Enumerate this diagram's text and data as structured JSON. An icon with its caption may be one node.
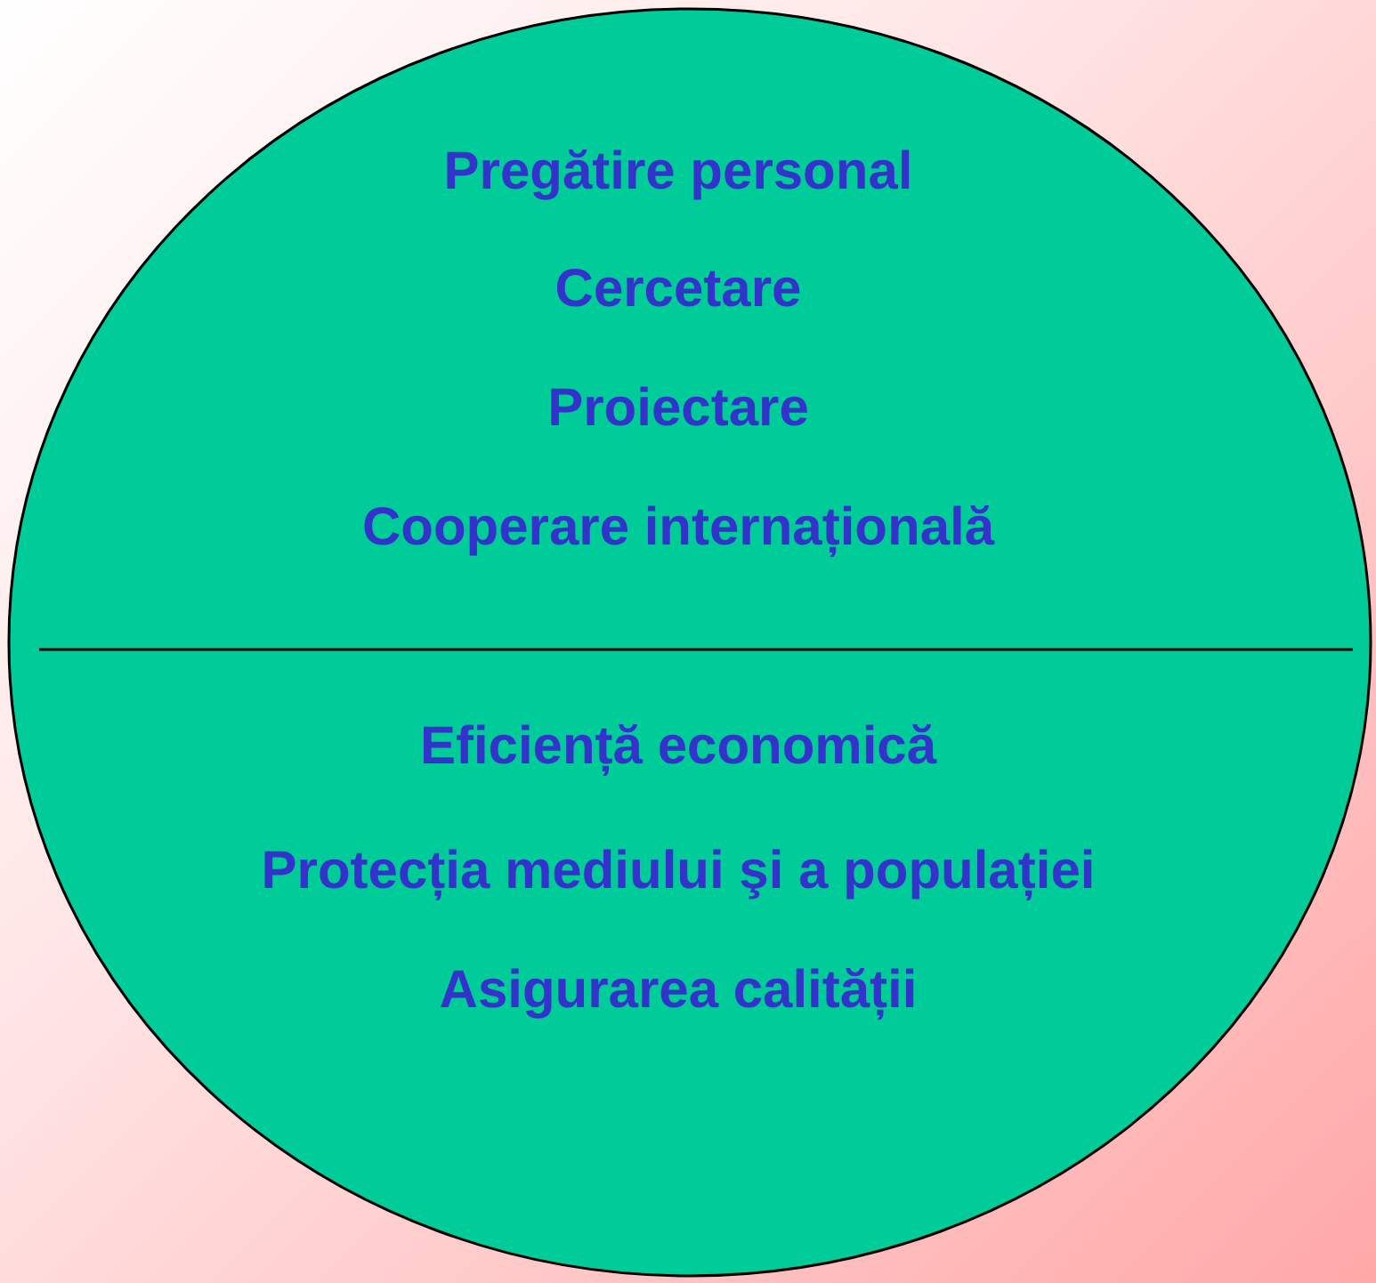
{
  "diagram": {
    "nodes": [
      {
        "text": [
          "Pregătire personal",
          "Cercetare",
          "Proiectare",
          "Cooperare internațională",
          "Eficiență economică",
          "Protecția mediului şi a populației",
          "Asigurarea calității"
        ]
      }
    ]
  }
}
